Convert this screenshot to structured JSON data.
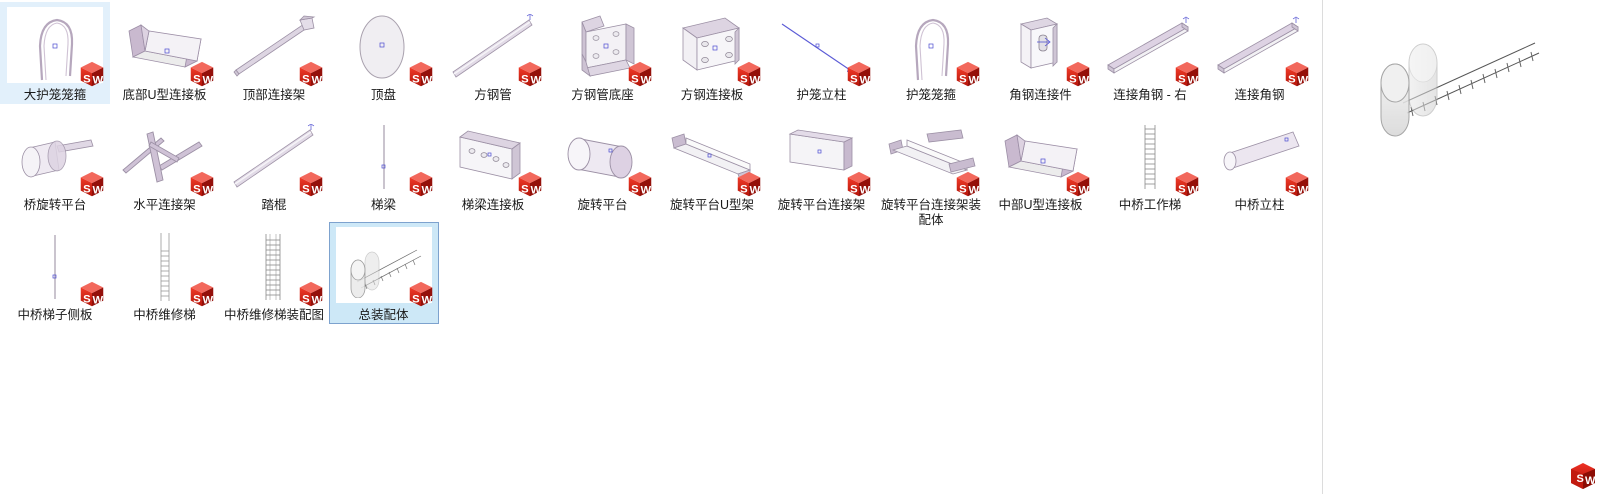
{
  "window": {
    "view_mode": "large-icons",
    "file_type_badge": "solidworks-sw-cube-icon",
    "selection_color": "#cde8f7",
    "selection_border_color": "#7da2ce",
    "divider_color": "#dcdcdc"
  },
  "files": [
    {
      "name": "大护笼笼箍",
      "row": 0,
      "col": 0,
      "selected": "soft",
      "art": "hoop"
    },
    {
      "name": "底部U型连接板",
      "row": 0,
      "col": 1,
      "selected": false,
      "art": "u-bracket"
    },
    {
      "name": "顶部连接架",
      "row": 0,
      "col": 2,
      "selected": false,
      "art": "rod-head"
    },
    {
      "name": "顶盘",
      "row": 0,
      "col": 3,
      "selected": false,
      "art": "disc"
    },
    {
      "name": "方钢管",
      "row": 0,
      "col": 4,
      "selected": false,
      "art": "tube"
    },
    {
      "name": "方钢管底座",
      "row": 0,
      "col": 5,
      "selected": false,
      "art": "c-channel"
    },
    {
      "name": "方钢连接板",
      "row": 0,
      "col": 6,
      "selected": false,
      "art": "plate4"
    },
    {
      "name": "护笼立柱",
      "row": 0,
      "col": 7,
      "selected": false,
      "art": "thin-line"
    },
    {
      "name": "护笼笼箍",
      "row": 0,
      "col": 8,
      "selected": false,
      "art": "hoop"
    },
    {
      "name": "角钢连接件",
      "row": 0,
      "col": 9,
      "selected": false,
      "art": "slot-plate"
    },
    {
      "name": "连接角钢 - 右",
      "row": 0,
      "col": 10,
      "selected": false,
      "art": "angle-bar"
    },
    {
      "name": "连接角钢",
      "row": 0,
      "col": 11,
      "selected": false,
      "art": "angle-bar"
    },
    {
      "name": "桥旋转平台",
      "row": 1,
      "col": 0,
      "selected": false,
      "art": "cyl-rod"
    },
    {
      "name": "水平连接架",
      "row": 1,
      "col": 1,
      "selected": false,
      "art": "h-frame"
    },
    {
      "name": "踏棍",
      "row": 1,
      "col": 2,
      "selected": false,
      "art": "tube"
    },
    {
      "name": "梯梁",
      "row": 1,
      "col": 3,
      "selected": false,
      "art": "vline"
    },
    {
      "name": "梯梁连接板",
      "row": 1,
      "col": 4,
      "selected": false,
      "art": "plate-holes"
    },
    {
      "name": "旋转平台",
      "row": 1,
      "col": 5,
      "selected": false,
      "art": "cylinder"
    },
    {
      "name": "旋转平台U型架",
      "row": 1,
      "col": 6,
      "selected": false,
      "art": "long-bracket"
    },
    {
      "name": "旋转平台连接架",
      "row": 1,
      "col": 7,
      "selected": false,
      "art": "flat-panel"
    },
    {
      "name": "旋转平台连接架装配体",
      "row": 1,
      "col": 8,
      "selected": false,
      "art": "assembly-frame"
    },
    {
      "name": "中部U型连接板",
      "row": 1,
      "col": 9,
      "selected": false,
      "art": "u-bracket"
    },
    {
      "name": "中桥工作梯",
      "row": 1,
      "col": 10,
      "selected": false,
      "art": "ladder"
    },
    {
      "name": "中桥立柱",
      "row": 1,
      "col": 11,
      "selected": false,
      "art": "fat-rod"
    },
    {
      "name": "中桥梯子侧板",
      "row": 2,
      "col": 0,
      "selected": false,
      "art": "vline"
    },
    {
      "name": "中桥维修梯",
      "row": 2,
      "col": 1,
      "selected": false,
      "art": "ladder-tall"
    },
    {
      "name": "中桥维修梯装配图",
      "row": 2,
      "col": 2,
      "selected": false,
      "art": "ladder-asm"
    },
    {
      "name": "总装配体",
      "row": 2,
      "col": 3,
      "selected": true,
      "art": "final-assembly"
    }
  ],
  "preview": {
    "art": "final-assembly-large",
    "badge": "solidworks-sw-cube-icon"
  }
}
